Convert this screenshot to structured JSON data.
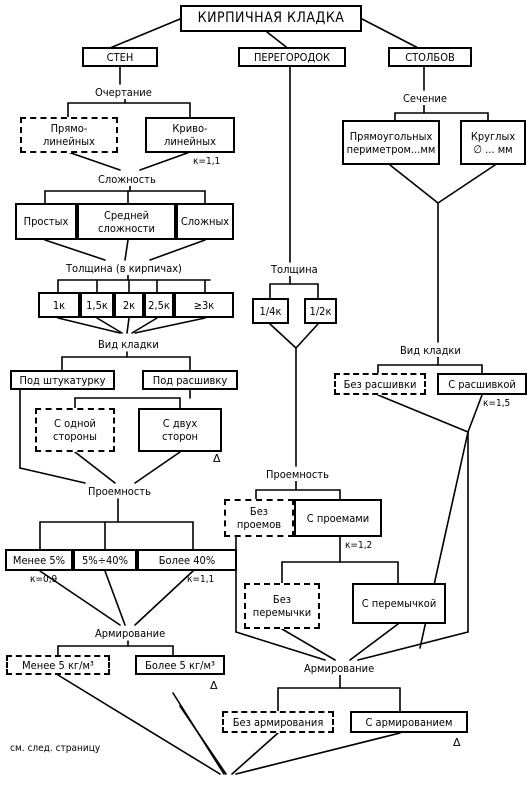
{
  "title": "КИРПИЧНАЯ КЛАДКА",
  "branches": {
    "walls": "СТЕН",
    "partitions": "ПЕРЕГОРОДОК",
    "pillars": "СТОЛБОВ"
  },
  "walls": {
    "outline_label": "Очертание",
    "outline": {
      "straight": "Прямо-\nлинейных",
      "curved": "Криво-\nлинейных"
    },
    "k_curved": "к=1,1",
    "complexity_label": "Сложность",
    "complexity": {
      "simple": "Простых",
      "medium": "Средней\nсложности",
      "complex": "Сложных"
    },
    "thickness_label": "Толщина (в кирпичах)",
    "thickness": [
      "1к",
      "1,5к",
      "2к",
      "2,5к",
      "≥3к"
    ],
    "masonry_label": "Вид кладки",
    "masonry": {
      "plaster": "Под штукатурку",
      "pointing": "Под расшивку"
    },
    "sides": {
      "one": "С одной\nстороны",
      "two": "С двух\nсторон"
    },
    "openings_label": "Проемность",
    "openings": {
      "lt5": "Менее 5%",
      "mid": "5%÷40%",
      "gt40": "Более 40%"
    },
    "k_lt5": "к=0,9",
    "k_gt40": "к=1,1",
    "reinforcement_label": "Армирование",
    "reinforcement": {
      "lt5": "Менее 5 кг/м³",
      "gt5": "Более 5 кг/м³"
    }
  },
  "partitions": {
    "thickness_label": "Толщина",
    "thickness": [
      "1/4к",
      "1/2к"
    ],
    "openings_label": "Проемность",
    "openings": {
      "without": "Без\nпроемов",
      "with": "С проемами"
    },
    "k_openings": "к=1,2",
    "lintel": {
      "without": "Без\nперемычки",
      "with": "С перемычкой"
    }
  },
  "pillars": {
    "section_label": "Сечение",
    "section": {
      "rect": "Прямоугольных\nпериметром...мм",
      "round": "Круглых\n∅ ... мм"
    },
    "masonry_label": "Вид кладки",
    "masonry": {
      "without": "Без расшивки",
      "with": "С расшивкой"
    },
    "k_pointing": "к=1,5"
  },
  "common": {
    "reinforcement_label": "Армирование",
    "reinforcement": {
      "without": "Без армирования",
      "with": "С армированием"
    }
  },
  "delta_mark": "Δ",
  "footer_note": "см. след. страницу"
}
